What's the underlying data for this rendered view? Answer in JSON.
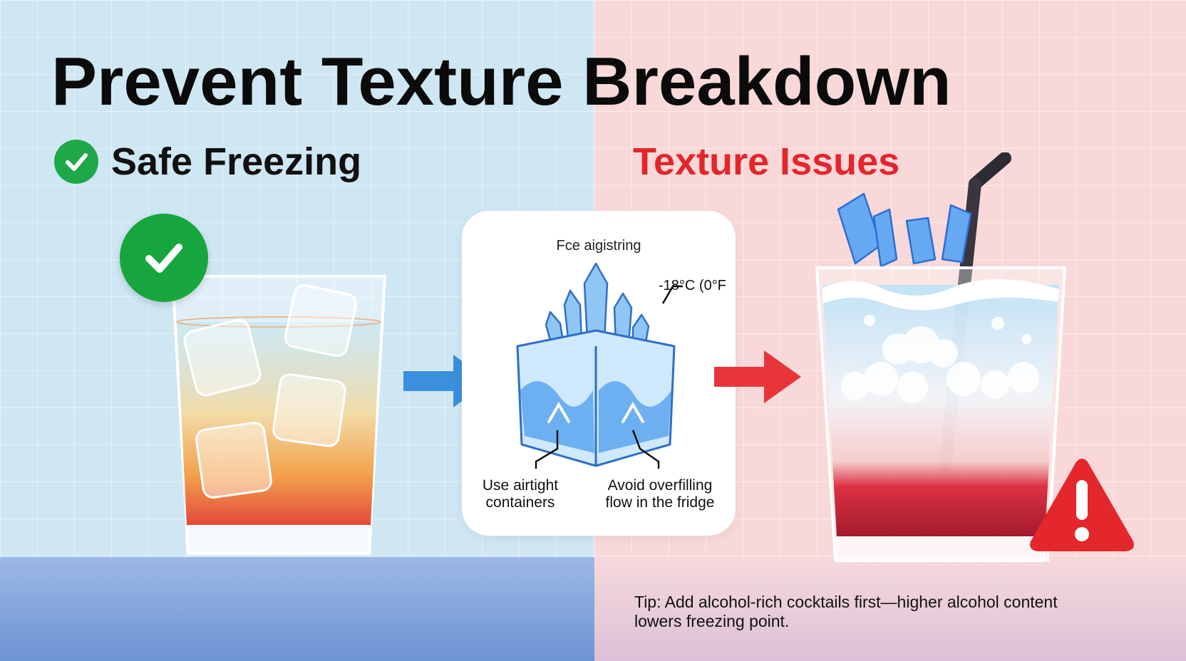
{
  "title": "Prevent Texture Breakdown",
  "safe": {
    "label": "Safe Freezing"
  },
  "issues": {
    "label": "Texture Issues"
  },
  "card": {
    "title": "Fce aigistring",
    "temp": "-18°C (0°F",
    "note_left_line1": "Use airtight",
    "note_left_line2": "containers",
    "note_right_line1": "Avoid overfilling",
    "note_right_line2": "flow in the fridge"
  },
  "tip": {
    "line1": "Tip: Add alcohol-rich cocktails first—higher alcohol content",
    "line2": "lowers freezing point."
  },
  "icons": {
    "safe_check": "check-circle-icon",
    "glass_good": "ice-glass-icon",
    "arrow_right_blue": "arrow-right-icon",
    "ice_cube": "ice-crystal-cube-icon",
    "arrow_right_red": "arrow-right-icon",
    "glass_bad": "slushy-glass-icon",
    "warning": "warning-triangle-icon"
  },
  "colors": {
    "left_bg": "#cfe6f3",
    "right_bg": "#f8d8d8",
    "safe_green": "#1fa84a",
    "issue_red": "#e3262c",
    "arrow_blue": "#3b8fdc",
    "arrow_red": "#e8353a"
  }
}
